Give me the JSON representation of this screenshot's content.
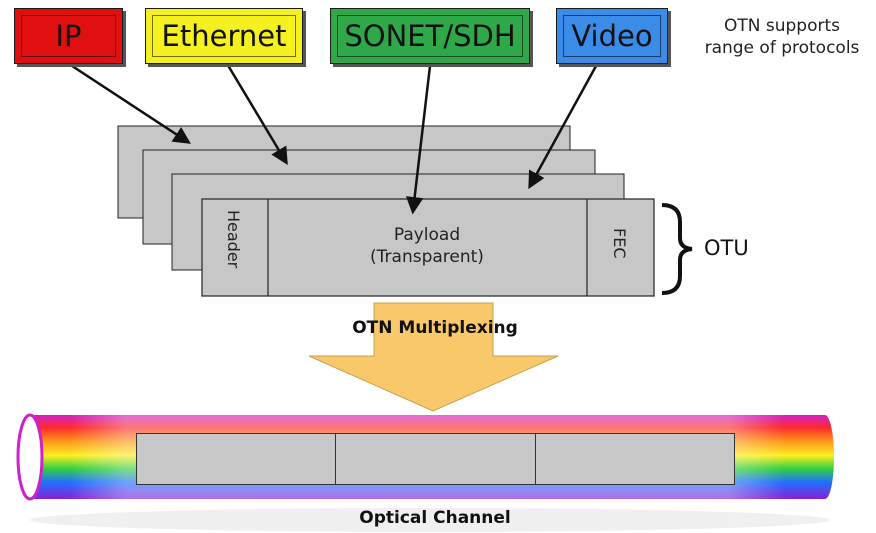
{
  "protocols": [
    {
      "label": "IP",
      "color": "#e01010"
    },
    {
      "label": "Ethernet",
      "color": "#f5f01f"
    },
    {
      "label": "SONET/SDH",
      "color": "#2fa84a"
    },
    {
      "label": "Video",
      "color": "#3b8be8"
    }
  ],
  "note": {
    "line1": "OTN supports",
    "line2": "range of protocols"
  },
  "frame": {
    "header": "Header",
    "payload_line1": "Payload",
    "payload_line2": "(Transparent)",
    "fec": "FEC",
    "bracket_label": "OTU"
  },
  "multiplexing_label": "OTN Multiplexing",
  "channel_label": "Optical Channel",
  "colors": {
    "frame_gray": "#c7c7c7",
    "arrow_fill": "#f8c86a"
  }
}
